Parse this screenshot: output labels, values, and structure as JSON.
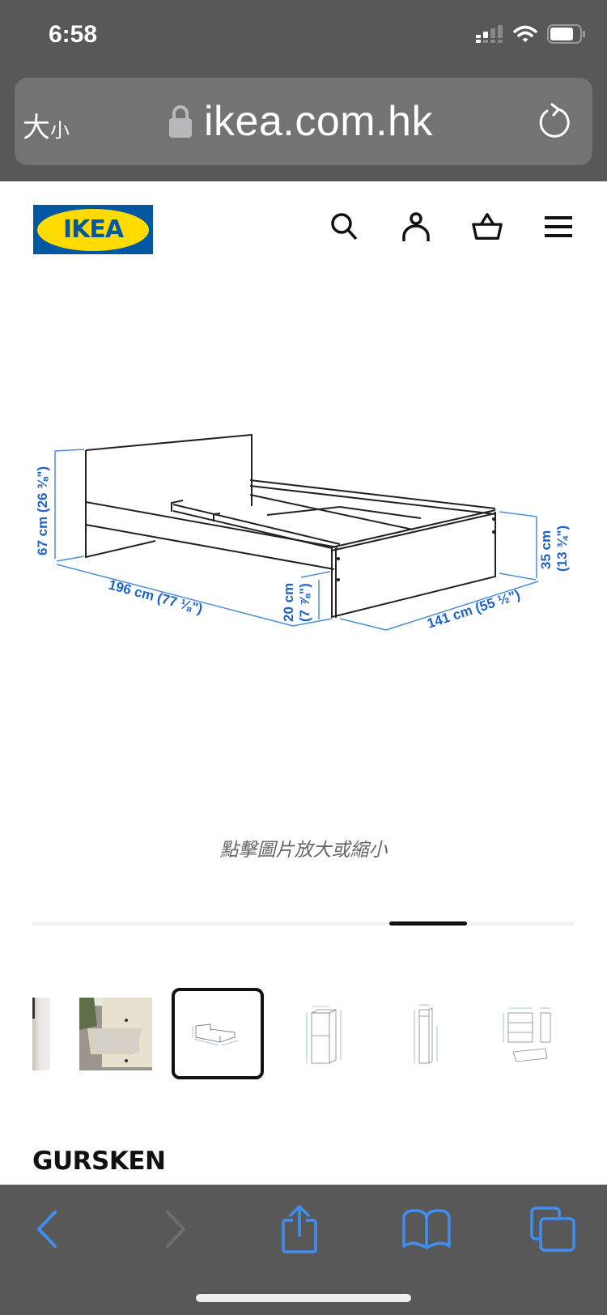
{
  "status_bar": {
    "time": "6:58",
    "battery_level": 0.75
  },
  "browser": {
    "text_size_button": {
      "large": "大",
      "small": "小"
    },
    "url": "ikea.com.hk",
    "secure": true
  },
  "site_header": {
    "logo_text": "IKEA",
    "icons": [
      "search-icon",
      "account-icon",
      "basket-icon",
      "menu-icon"
    ]
  },
  "product_image": {
    "alt": "GURSKEN bed frame dimension drawing",
    "dimensions": {
      "headboard_height": "67 cm (26 ⅜\")",
      "length": "196 cm (77 ⅛\")",
      "underbed_clearance": "20 cm",
      "underbed_clearance_in": "(7 ⅞\")",
      "footboard_height": "35 cm",
      "footboard_height_in": "(13 ¾\")",
      "width": "141 cm (55 ½\")"
    },
    "caption": "點擊圖片放大或縮小"
  },
  "carousel": {
    "position_percent": 70
  },
  "thumbnails": [
    {
      "label": "room-photo-partial"
    },
    {
      "label": "chest-of-drawers-photo"
    },
    {
      "label": "bed-dimensions",
      "active": true
    },
    {
      "label": "bookcase-dimensions"
    },
    {
      "label": "wardrobe-dimensions"
    },
    {
      "label": "drawers-dimensions"
    }
  ],
  "product": {
    "name": "GURSKEN"
  },
  "colors": {
    "ios_blue": "#3f8ef0",
    "ikea_blue": "#0058a3",
    "ikea_yellow": "#ffdb00",
    "dimension_blue": "#1e64c8"
  }
}
